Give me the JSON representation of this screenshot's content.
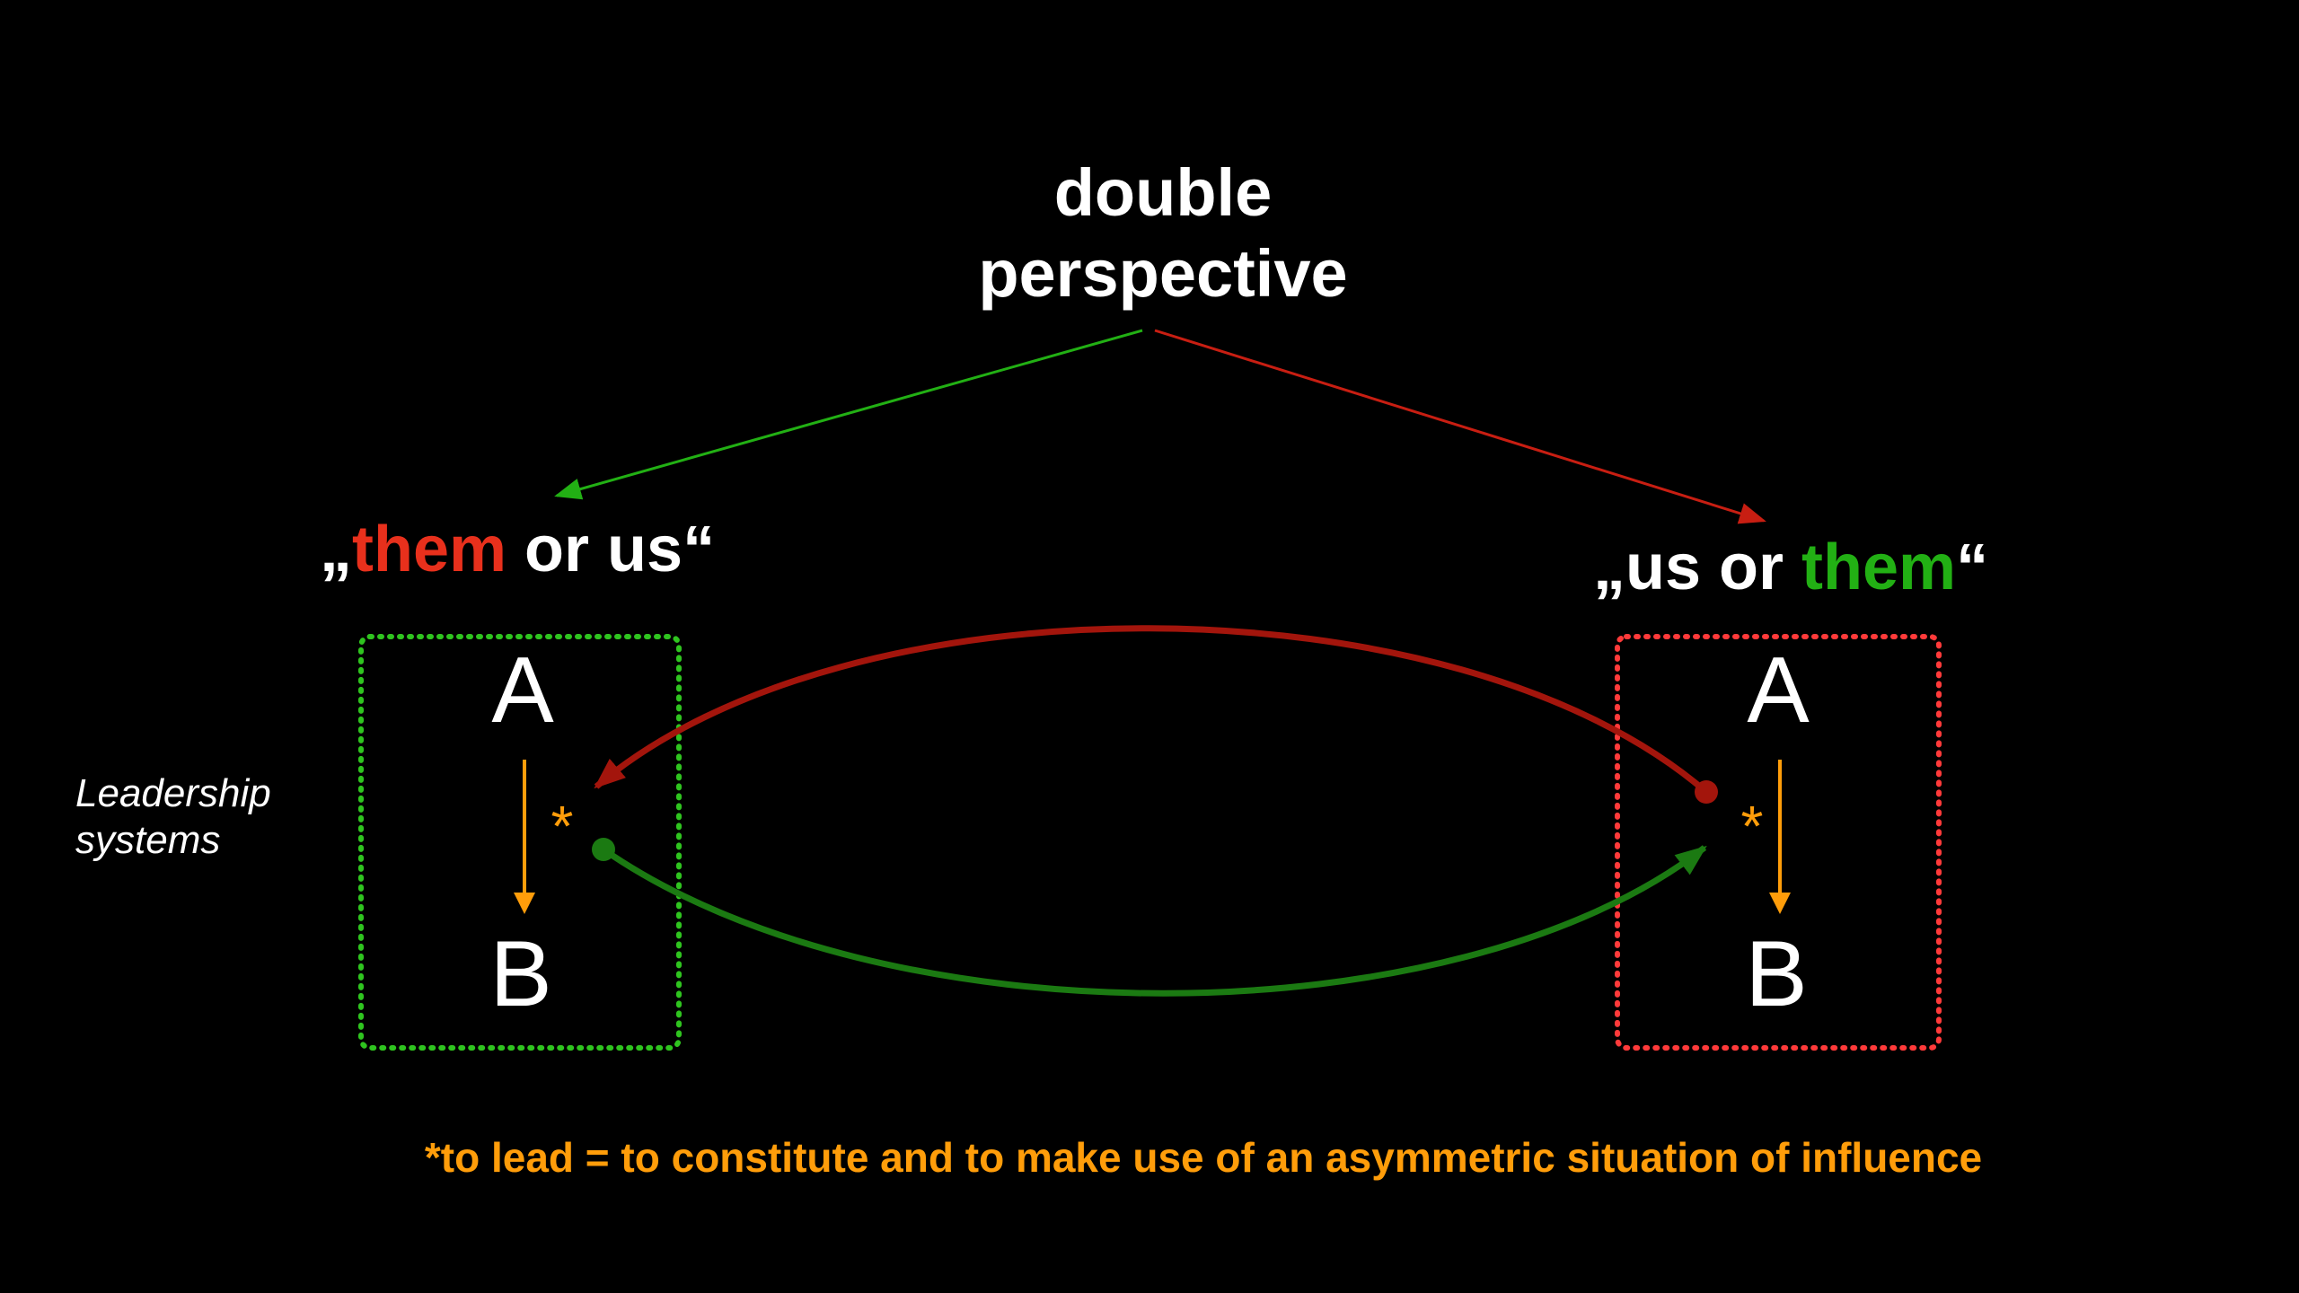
{
  "title": {
    "line1": "double",
    "line2": "perspective"
  },
  "left_heading": {
    "open_quote": "„",
    "highlight": "them",
    "rest": " or us",
    "close_quote": "“"
  },
  "right_heading": {
    "open_quote": "„",
    "rest": "us or ",
    "highlight": "them",
    "close_quote": "“"
  },
  "side_label": {
    "line1": "Leadership",
    "line2": "systems"
  },
  "left_box": {
    "top_letter": "A",
    "bottom_letter": "B",
    "star": "*"
  },
  "right_box": {
    "top_letter": "A",
    "bottom_letter": "B",
    "star": "*"
  },
  "footnote": "*to lead = to constitute and to make use of an asymmetric situation of influence",
  "colors": {
    "background": "#000000",
    "text": "#ffffff",
    "accent_orange": "#ff9d0a",
    "red": "#e8301c",
    "green": "#22b014",
    "arrow_red": "#a3150c",
    "arrow_green": "#1b7a12",
    "box_green": "#2fc41f",
    "box_red": "#ff3a3a"
  }
}
